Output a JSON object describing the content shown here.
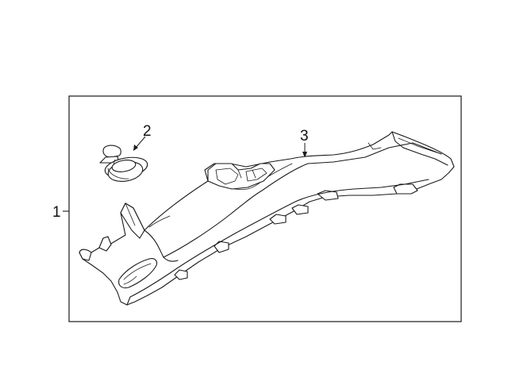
{
  "diagram": {
    "callouts": [
      {
        "id": "1",
        "label": "1"
      },
      {
        "id": "2",
        "label": "2"
      },
      {
        "id": "3",
        "label": "3"
      }
    ],
    "colors": {
      "line": "#1a1a1a",
      "background": "#ffffff"
    }
  }
}
